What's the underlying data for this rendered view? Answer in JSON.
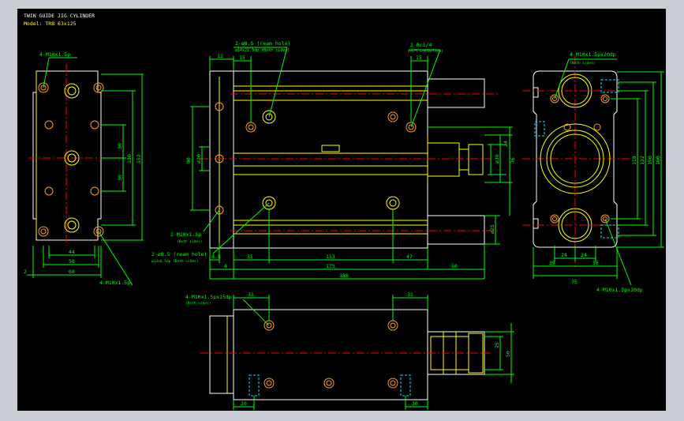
{
  "title_block": {
    "title": "TWIN GUIDE JIG CYLINDER",
    "model": "Model: TRB 63x125"
  },
  "colors": {
    "outline": "#ffffff",
    "yellow": "#ffff00",
    "dimension": "#00ff00",
    "center": "#ff0000",
    "orange": "#ff9f1a",
    "hidden": "#00e5ff",
    "background": "#000000"
  },
  "labels": {
    "left_top": "4-M10x1.5p",
    "left_bottom": "4-M10x1.5p",
    "front_cb1": "2-ø8.5 (ream hole)",
    "front_cb1b": "ø14x21.5dp (Both sides)",
    "front_port": "2-Rc1/4",
    "front_port_b": "(Port Connection)",
    "front_tap": "2-M10x1.5p",
    "front_tap_b": "(Both sides)",
    "front_cb2": "2-ø8.5 (ream hole)",
    "front_cb2b": "ø14x8.5dp (Both sides)",
    "right_top": "4-M10x1.5px20dp",
    "right_top_b": "(Both sides)",
    "right_bottom": "4-M10x1.5px10dp",
    "bottom_tap": "4-M10x1.5px15dp",
    "bottom_tap_b": "(Both sides)"
  },
  "dims": {
    "left_h30a": "30",
    "left_h30b": "30",
    "left_h130": "130",
    "left_h152": "152",
    "left_w44": "44",
    "left_w50": "50",
    "left_w68": "68",
    "left_2": "2",
    "front_12": "12",
    "front_15a": "15",
    "front_15b": "15",
    "front_90": "90",
    "front_d20": "ø20",
    "front_24": "24",
    "front_36": "ø36",
    "front_76": "76",
    "front_d25": "ø25",
    "front_85": "8.5",
    "front_4": "4",
    "front_31": "31",
    "front_113": "113",
    "front_47": "47",
    "front_175": "175",
    "front_50": "50",
    "front_186": "186",
    "right_118": "118",
    "right_132": "132",
    "right_150": "150",
    "right_160": "160",
    "right_24a": "24",
    "right_24b": "24",
    "right_39": "39",
    "right_36": "36",
    "right_75": "75",
    "bottom_31a": "31",
    "bottom_31b": "31",
    "bottom_25": "25",
    "bottom_50": "50",
    "bottom_20": "20",
    "bottom_30": "30"
  }
}
